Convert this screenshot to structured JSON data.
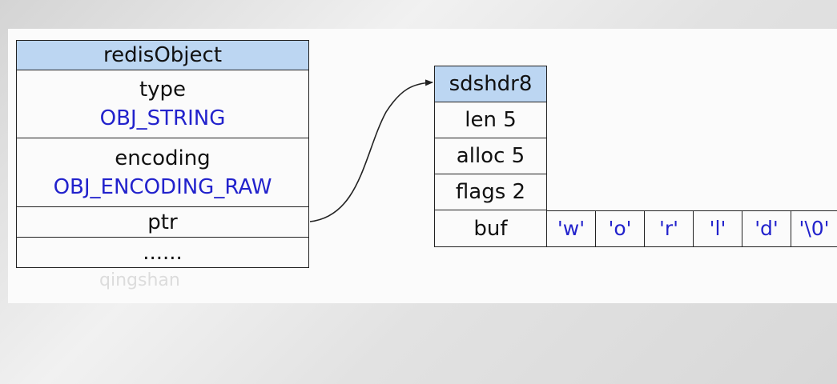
{
  "redis_object": {
    "header": "redisObject",
    "type_label": "type",
    "type_value": "OBJ_STRING",
    "encoding_label": "encoding",
    "encoding_value": "OBJ_ENCODING_RAW",
    "ptr_label": "ptr",
    "more": "......"
  },
  "sdshdr": {
    "header": "sdshdr8",
    "len": "len 5",
    "alloc": "alloc 5",
    "flags": "flags 2",
    "buf": "buf",
    "buf_chars": [
      "'w'",
      "'o'",
      "'r'",
      "'l'",
      "'d'",
      "'\\0'"
    ]
  },
  "watermark": "qingshan",
  "colors": {
    "header_fill": "#bcd6f2",
    "value_text": "#2222cc",
    "border": "#222222"
  }
}
